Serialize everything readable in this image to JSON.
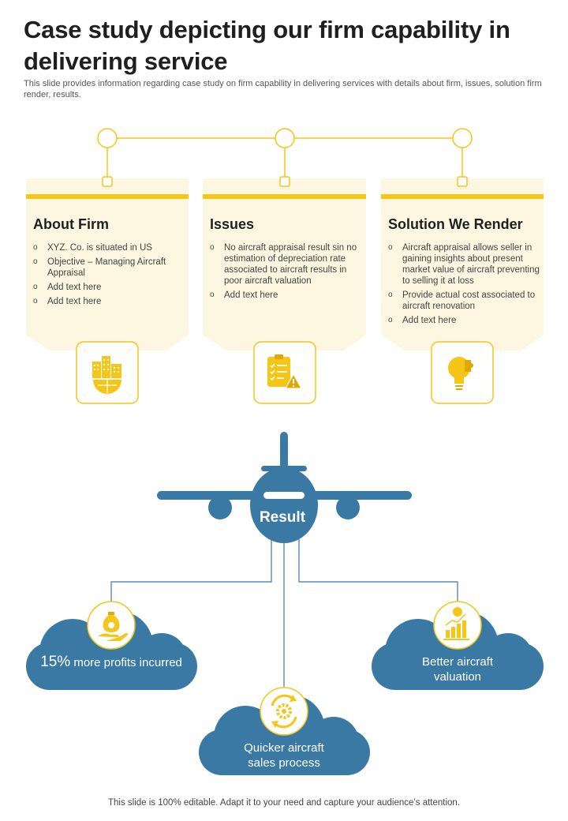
{
  "header": {
    "title": "Case study depicting our firm capability in delivering service",
    "subtitle": "This slide provides information regarding case study on firm capability in delivering services with details about firm, issues, solution firm render, results."
  },
  "cards": [
    {
      "heading": "About Firm",
      "icon": "building-globe-icon",
      "items": [
        "XYZ. Co. is situated in US",
        "Objective – Managing Aircraft Appraisal",
        "Add text here",
        "Add text here"
      ]
    },
    {
      "heading": "Issues",
      "icon": "checklist-warning-icon",
      "items": [
        "No aircraft appraisal result sin no estimation of depreciation rate associated to aircraft results in poor aircraft valuation",
        "Add text here"
      ]
    },
    {
      "heading": "Solution We Render",
      "icon": "lightbulb-puzzle-icon",
      "items": [
        "Aircraft appraisal allows seller in gaining insights about present market value of aircraft preventing to  selling it at loss",
        "Provide actual cost associated to aircraft renovation",
        "Add text here"
      ]
    }
  ],
  "result": {
    "label": "Result",
    "outcomes": [
      {
        "highlight": "15%",
        "text": " more profits incurred",
        "icon": "money-bag-hand-icon"
      },
      {
        "text": "Quicker aircraft sales process",
        "icon": "gear-cycle-icon"
      },
      {
        "text": "Better aircraft valuation",
        "icon": "bar-chart-coin-icon"
      }
    ]
  },
  "footer": "This slide is 100% editable. Adapt it to your need and capture your audience’s attention.",
  "colors": {
    "accent": "#f5c518",
    "card_bg": "#fdf7e1",
    "primary_blue": "#3a79a4",
    "dark_text": "#1f1f1f"
  }
}
